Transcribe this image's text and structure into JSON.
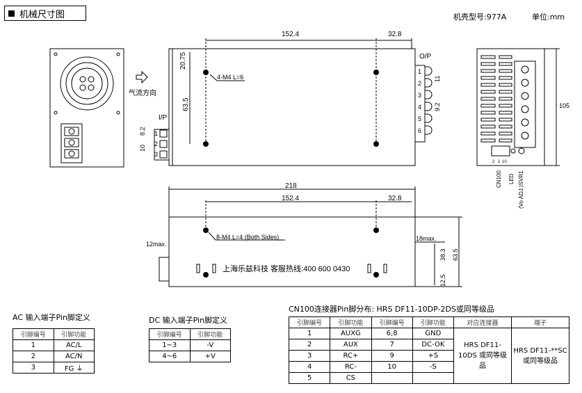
{
  "header": {
    "title": "机械尺寸图",
    "case_label": "机壳型号:977A",
    "unit_label": "单位:mm"
  },
  "drawing": {
    "airflow": "气流方向",
    "ip": "I/P",
    "op": "O/P",
    "top_dims": {
      "d1": "152.4",
      "d2": "32.8",
      "h1": "20.75",
      "h2": "63.5",
      "pitch1": "8.2",
      "pitch2": "10",
      "op1": "11",
      "op2": "9.2",
      "height": "105"
    },
    "screw_top": "4-M4 L=6",
    "ip_pins": [
      "1",
      "2",
      "3"
    ],
    "op_pins": [
      "1",
      "2",
      "3",
      "4",
      "5",
      "6"
    ],
    "side_labels": [
      "CN100",
      "LED",
      "(Vo ADJ.)SVR1"
    ],
    "cn_pins": [
      "2",
      "1",
      "10"
    ],
    "bottom_dims": {
      "total": "218",
      "d1": "152.4",
      "d2": "32.8",
      "left": "12max.",
      "right": "18max.",
      "h1": "38.3",
      "h2": "63.5",
      "h3": "12.5"
    },
    "screw_bottom": "8-M4 L=4 (Both Sides)",
    "hotline": "上海乐兹科技 客服热线:400 600 0430"
  },
  "ac": {
    "title": "AC 输入端子Pin脚定义",
    "headers": [
      "引脚编号",
      "引脚功能"
    ],
    "rows": [
      [
        "1",
        "AC/L"
      ],
      [
        "2",
        "AC/N"
      ],
      [
        "3",
        "FG ⏚"
      ]
    ]
  },
  "dc": {
    "title": "DC 输入端子Pin脚定义",
    "headers": [
      "引脚编号",
      "引脚功能"
    ],
    "rows": [
      [
        "1~3",
        "-V"
      ],
      [
        "4~6",
        "+V"
      ]
    ]
  },
  "cn": {
    "title": "CN100连接器Pin脚分布: HRS DF11-10DP-2DS或同等级品",
    "headers": [
      "引脚编号",
      "引脚功能",
      "引脚编号",
      "引脚功能",
      "对应连接器",
      "端子"
    ],
    "rows": [
      [
        "1",
        "AUXG",
        "6,8",
        "GND"
      ],
      [
        "2",
        "AUX",
        "7",
        "DC-OK"
      ],
      [
        "3",
        "RC+",
        "9",
        "+S"
      ],
      [
        "4",
        "RC-",
        "10",
        "-S"
      ],
      [
        "5",
        "CS",
        "",
        ""
      ]
    ],
    "connector": "HRS DF11-10DS 或同等级品",
    "terminal": "HRS DF11-**SC 或同等级品"
  }
}
